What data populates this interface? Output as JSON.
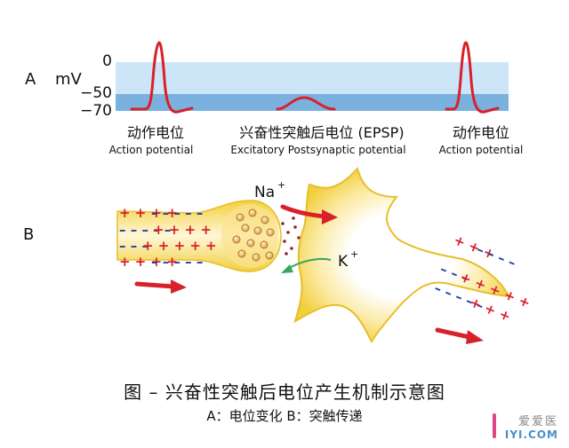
{
  "panel_a": {
    "letter": "A",
    "unit": "mV",
    "ticks": [
      "0",
      "−50",
      "−70"
    ],
    "labels": [
      {
        "cn": "动作电位",
        "en": "Action potential"
      },
      {
        "cn": "兴奋性突触后电位 (EPSP)",
        "en": "Excitatory Postsynaptic potential"
      },
      {
        "cn": "动作电位",
        "en": "Action potential"
      }
    ]
  },
  "panel_b": {
    "letter": "B",
    "na_label": "Na",
    "na_sup": "+",
    "k_label": "K",
    "k_sup": "+"
  },
  "caption": {
    "title": "图  –   兴奋性突触后电位产生机制示意图",
    "subtitle": "A：电位变化    B：突触传递"
  },
  "watermark": {
    "cn": "爱爱医",
    "en": "IYI.COM"
  },
  "colors": {
    "band_light": "#cde6f7",
    "band_dark": "#7ab1de",
    "spike": "#d8212a",
    "neuron": "#f5d64a",
    "positive": "#d8212a",
    "negative": "#2342b0",
    "k_arrow": "#3aa65a"
  }
}
